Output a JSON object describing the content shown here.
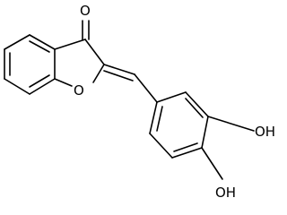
{
  "molecule": {
    "atoms": {
      "carbonyl_oxygen": "O",
      "ring_oxygen": "O",
      "hydroxyl_top": "OH",
      "hydroxyl_bottom": "OH"
    }
  },
  "colors": {
    "bond": "#000000",
    "label": "#000000",
    "background": "#ffffff"
  }
}
